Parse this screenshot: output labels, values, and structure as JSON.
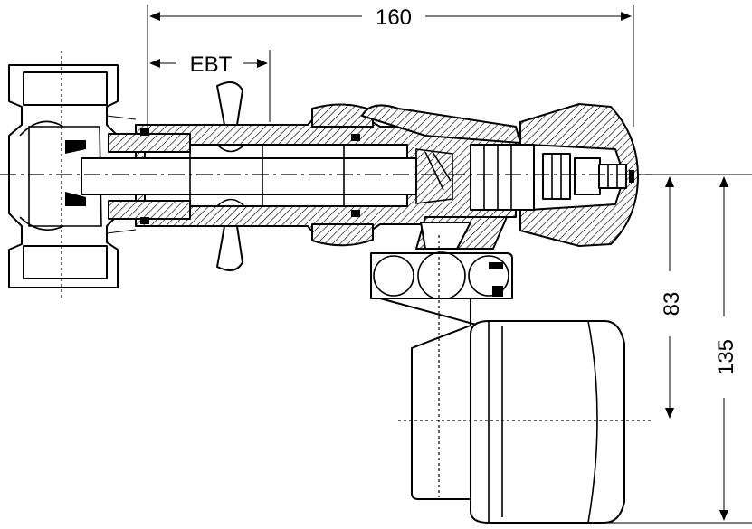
{
  "dimensions": {
    "overall_length": "160",
    "insertion_length": "EBT",
    "height_to_body": "83",
    "height_total": "135"
  }
}
